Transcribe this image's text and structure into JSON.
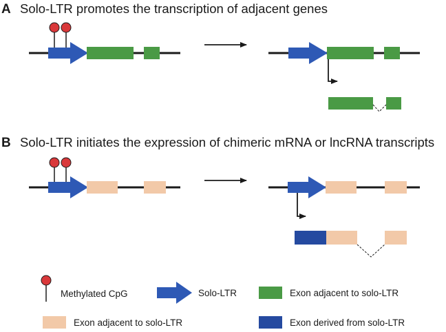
{
  "colors": {
    "solo_ltr": "#2e59b5",
    "exon_green": "#4a9a45",
    "exon_peach": "#f2c9a8",
    "exon_derived": "#254aa0",
    "methyl_red": "#d9383a",
    "line": "#1a1a1a"
  },
  "panel_a": {
    "letter": "A",
    "title": "Solo-LTR promotes the transcription of adjacent genes"
  },
  "panel_b": {
    "letter": "B",
    "title": "Solo-LTR initiates the expression of chimeric mRNA or lncRNA transcripts"
  },
  "legend": {
    "methylated_cpg": "Methylated CpG",
    "solo_ltr": "Solo-LTR",
    "exon_adjacent_green": "Exon adjacent to solo-LTR",
    "exon_adjacent_peach": "Exon adjacent to solo-LTR",
    "exon_derived": "Exon derived from solo-LTR"
  }
}
